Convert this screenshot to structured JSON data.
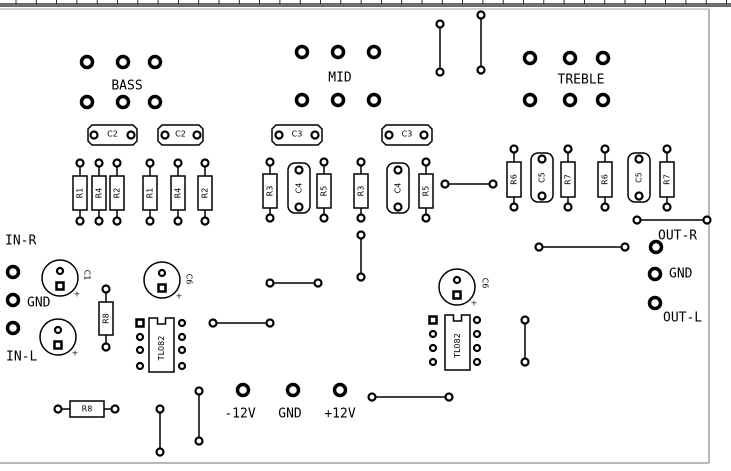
{
  "colors": {
    "board_bg": "#ffffff",
    "trace": "#000000",
    "ruler": "#6e6e6e",
    "border": "#a0a0a0"
  },
  "pots": {
    "bass": "BASS",
    "mid": "MID",
    "treble": "TREBLE"
  },
  "bass": {
    "caps": [
      "C2",
      "C2"
    ],
    "resistors": [
      "R1",
      "R4",
      "R2",
      "R1",
      "R4",
      "R2"
    ]
  },
  "mid": {
    "caps": [
      "C3",
      "C3"
    ],
    "resistors": [
      "R3",
      "R5",
      "R3",
      "R5"
    ],
    "film_caps": [
      "C4",
      "C4"
    ]
  },
  "treble": {
    "resistors": [
      "R6",
      "R7",
      "R6",
      "R7"
    ],
    "film_caps": [
      "C5",
      "C5"
    ]
  },
  "input": {
    "electrolytics": [
      "C1"
    ],
    "coupling": [
      "C6"
    ],
    "resistors": [
      "R8",
      "R8"
    ],
    "ic": "TL082"
  },
  "output": {
    "coupling": [
      "C6"
    ],
    "ic": "TL082"
  },
  "connectors": {
    "in_r": "IN-R",
    "in_gnd": "GND",
    "in_l": "IN-L",
    "out_r": "OUT-R",
    "out_gnd": "GND",
    "out_l": "OUT-L",
    "neg": "-12V",
    "gnd": "GND",
    "pos": "+12V"
  }
}
